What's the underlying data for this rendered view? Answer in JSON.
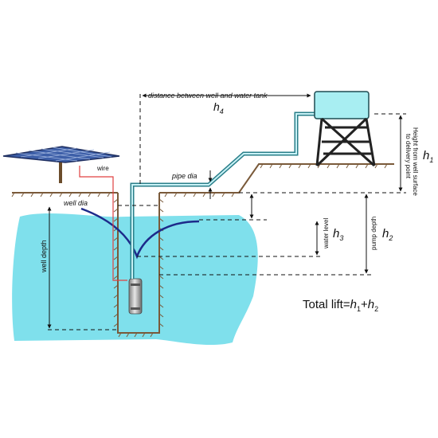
{
  "labels": {
    "distance": "distance between well and water tank",
    "h4": "h",
    "h4_sub": "4",
    "wire": "wire",
    "pipe_dia": "pipe dia",
    "well_dia": "well dia",
    "well_depth": "well depth",
    "height_line1": "Height from well surface",
    "height_line2": "to delivery point",
    "h1": "h",
    "h1_sub": "1",
    "water_level": "water level",
    "h3": "h",
    "h3_sub": "3",
    "pump_depth": "pump depth",
    "h2": "h",
    "h2_sub": "2",
    "total_lift_prefix": "Total lift=",
    "total_h1": "h",
    "total_h1_sub": "1",
    "total_plus": "+",
    "total_h2": "h",
    "total_h2_sub": "2"
  },
  "colors": {
    "water": "#7fe0ec",
    "ground": "#7a5a3a",
    "cone": "#1d2a8a",
    "wire": "#e04040",
    "pipe": "#2a7f8a",
    "tank": "#a8eef2",
    "solar": "#3d5fa8"
  }
}
